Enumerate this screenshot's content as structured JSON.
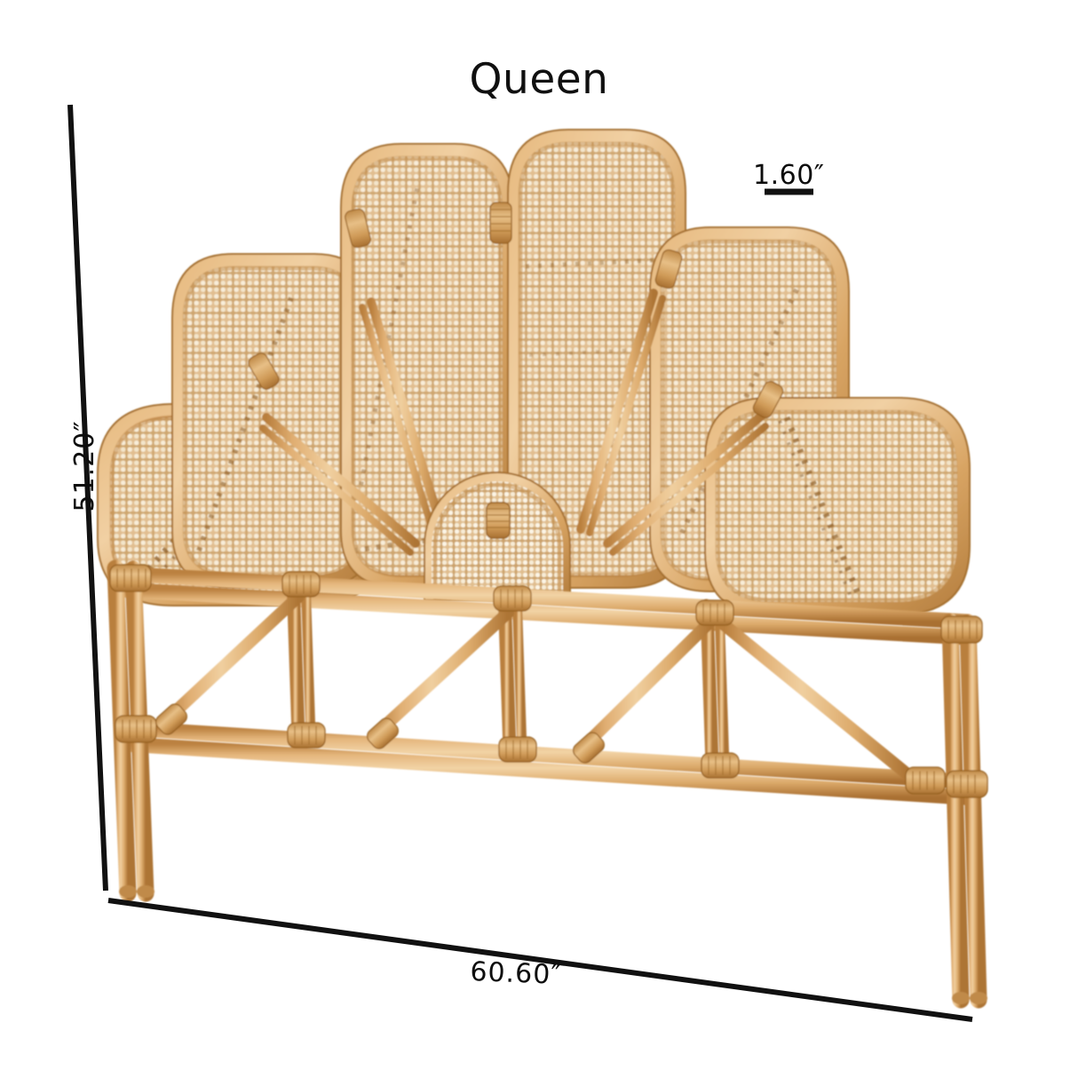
{
  "product": {
    "name": "Queen",
    "category": "rattan-headboard",
    "material": "rattan and woven cane webbing"
  },
  "title": {
    "text": "Queen"
  },
  "dimensions": {
    "height": {
      "label": "51.20″",
      "value": 51.2,
      "unit": "inch",
      "orientation": "vertical-left",
      "rotated": true
    },
    "width": {
      "label": "60.60″",
      "value": 60.6,
      "unit": "inch",
      "orientation": "horizontal-bottom",
      "rotated": false
    },
    "thickness": {
      "label": "1.60″",
      "value": 1.6,
      "unit": "inch",
      "orientation": "leader-top-right",
      "rotated": false
    }
  },
  "colors": {
    "background": "#ffffff",
    "line": "#111111",
    "text": "#0d0d0d",
    "rattan_light": "#e9c08d",
    "rattan_mid": "#d9a461",
    "rattan_dark": "#b67d3c",
    "rattan_shadow": "#9a6529",
    "cane_fill": "#e8cfa6",
    "cane_dot": "#f8efdc",
    "cane_dark_spot": "#8a5a24"
  },
  "figure": {
    "type": "product-dimension-diagram",
    "view": "front elevation",
    "parts": [
      "fan-petal-panel",
      "center-half-dome",
      "lower-lattice-frame",
      "legs"
    ],
    "petal_count": 7
  }
}
